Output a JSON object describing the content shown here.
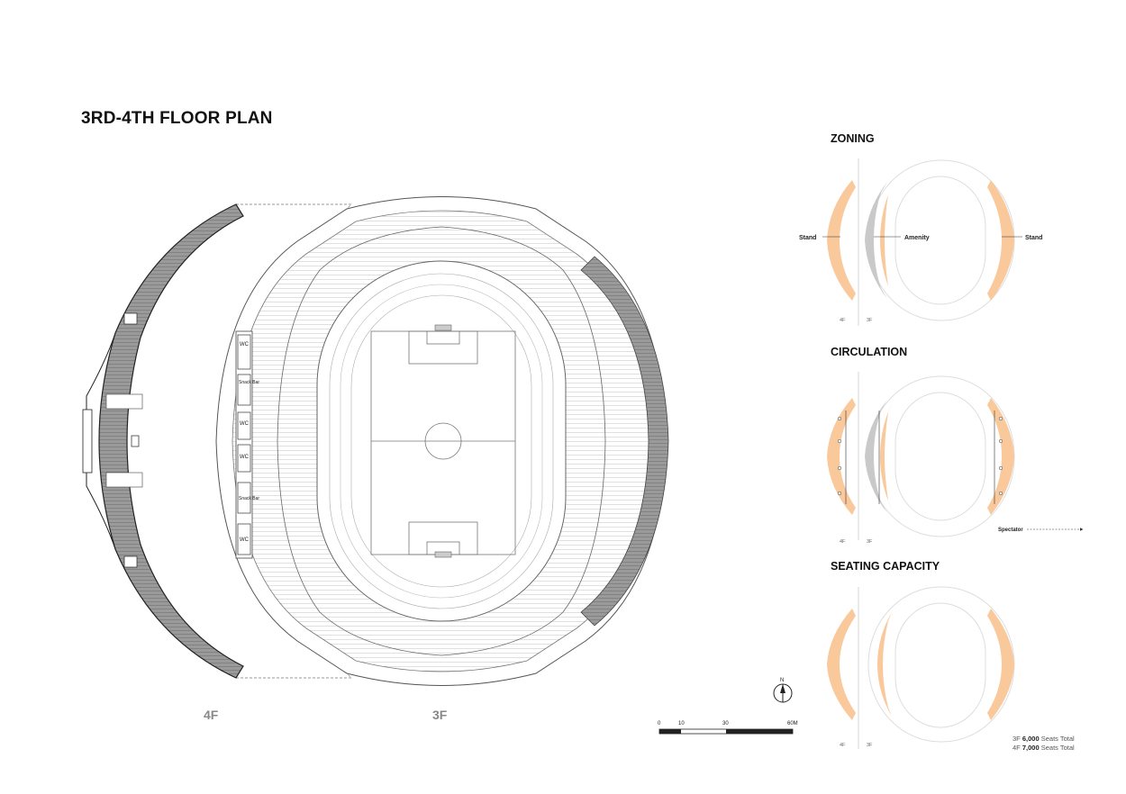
{
  "title": "3RD-4TH FLOOR PLAN",
  "plan": {
    "label_4f": "4F",
    "label_3f": "3F",
    "room_wc_1": "WC",
    "room_snack_1": "Snack Bar",
    "room_wc_2": "WC",
    "room_wc_3": "WC",
    "room_snack_2": "Snack Bar",
    "room_wc_4": "WC",
    "north": "N",
    "scale": {
      "marks": [
        "0",
        "10",
        "30",
        "60M"
      ]
    }
  },
  "zoning": {
    "heading": "ZONING",
    "stand_left": "Stand",
    "amenity": "Amenity",
    "stand_right": "Stand",
    "floor_4f": "4F",
    "floor_3f": "3F"
  },
  "circulation": {
    "heading": "CIRCULATION",
    "legend": "Spectator",
    "floor_4f": "4F",
    "floor_3f": "3F"
  },
  "seating": {
    "heading": "SEATING CAPACITY",
    "floor_4f": "4F",
    "floor_3f": "3F",
    "lines": [
      {
        "floor": "3F",
        "count": "6,000",
        "suffix": "Seats Total"
      },
      {
        "floor": "4F",
        "count": "7,000",
        "suffix": "Seats Total"
      }
    ]
  },
  "colors": {
    "stand": "#f9c89b",
    "amenity": "#c9c9c9",
    "line": "#555555"
  }
}
